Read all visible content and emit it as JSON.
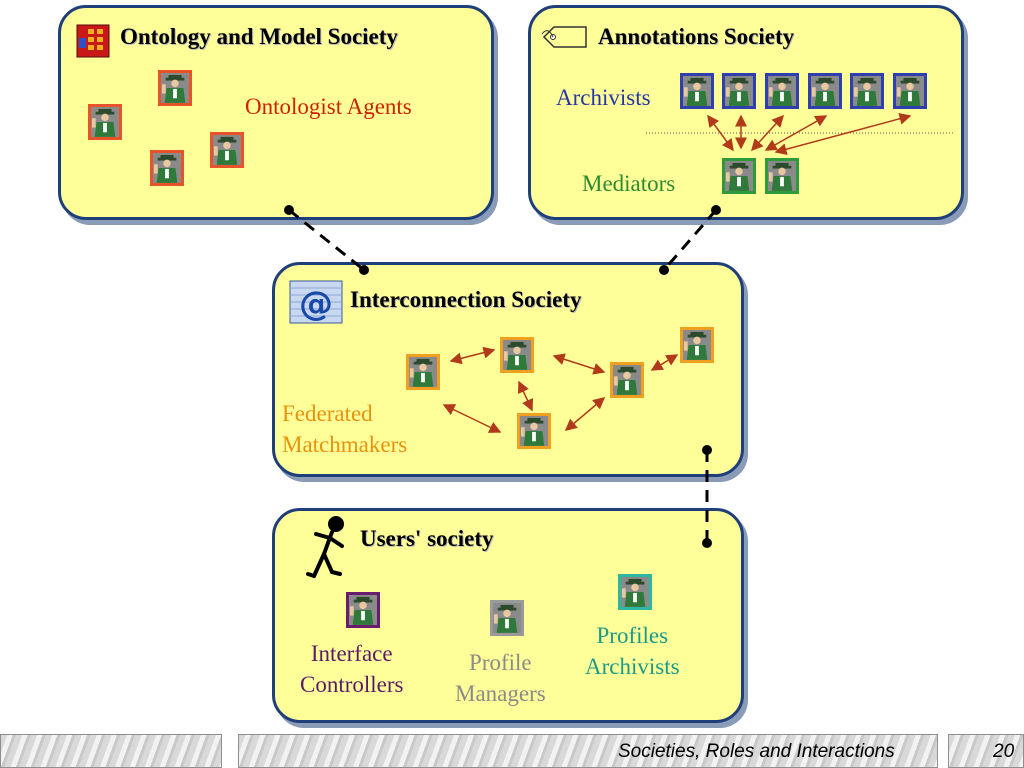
{
  "ontology": {
    "title": "Ontology and Model Society",
    "agents_label": "Ontologist Agents"
  },
  "annotations": {
    "title": "Annotations Society",
    "archivists_label": "Archivists",
    "mediators_label": "Mediators"
  },
  "interconnection": {
    "title": "Interconnection Society",
    "matchmakers_label": [
      "Federated",
      "Matchmakers"
    ]
  },
  "users": {
    "title": "Users' society",
    "interface_label": [
      "Interface",
      "Controllers"
    ],
    "profile_managers_label": [
      "Profile",
      "Managers"
    ],
    "profiles_archivists_label": [
      "Profiles",
      "Archivists"
    ]
  },
  "footer": {
    "title": "Societies, Roles and Interactions",
    "page": "20"
  },
  "colors": {
    "box_fill": "#ffff99",
    "box_border": "#1f3f7a",
    "ontologist": "#e8542a",
    "archivist": "#2e3fb0",
    "mediator": "#2f9a3a",
    "matchmaker": "#f0a020",
    "interface": "#6a1d6e",
    "profile_manager": "#9a9a9a",
    "profiles_archivist": "#2cb8a0",
    "label_red": "#cc2200",
    "label_blue": "#2535a8",
    "label_green": "#2f8a2f",
    "label_orange": "#e8920e",
    "label_purple": "#5a1a6a",
    "label_gray": "#8a8a8a",
    "label_teal": "#1a9a8a",
    "arrow": "#b03a1a"
  },
  "icons": [
    "society-grid-icon",
    "tag-icon",
    "at-sign-icon",
    "stick-figure-icon",
    "agent-figure-icon"
  ]
}
